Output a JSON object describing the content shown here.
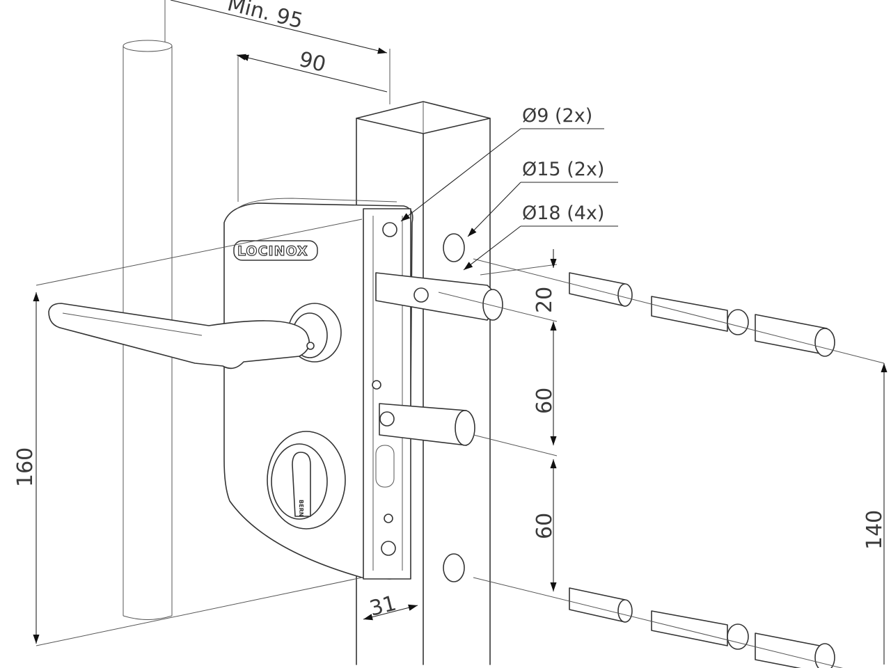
{
  "diagram": {
    "brand_logo": "LOCINOX",
    "cylinder_brand": "BERN",
    "dimensions": {
      "min_distance": "Min. 95",
      "depth": "90",
      "height_total": "160",
      "profile_width": "31",
      "hole_spacing_top": "20",
      "hole_spacing_mid": "60",
      "hole_spacing_bottom": "60",
      "fixing_span": "140"
    },
    "holes": {
      "d9": "Ø9 (2x)",
      "d15": "Ø15 (2x)",
      "d18": "Ø18 (4x)"
    }
  }
}
